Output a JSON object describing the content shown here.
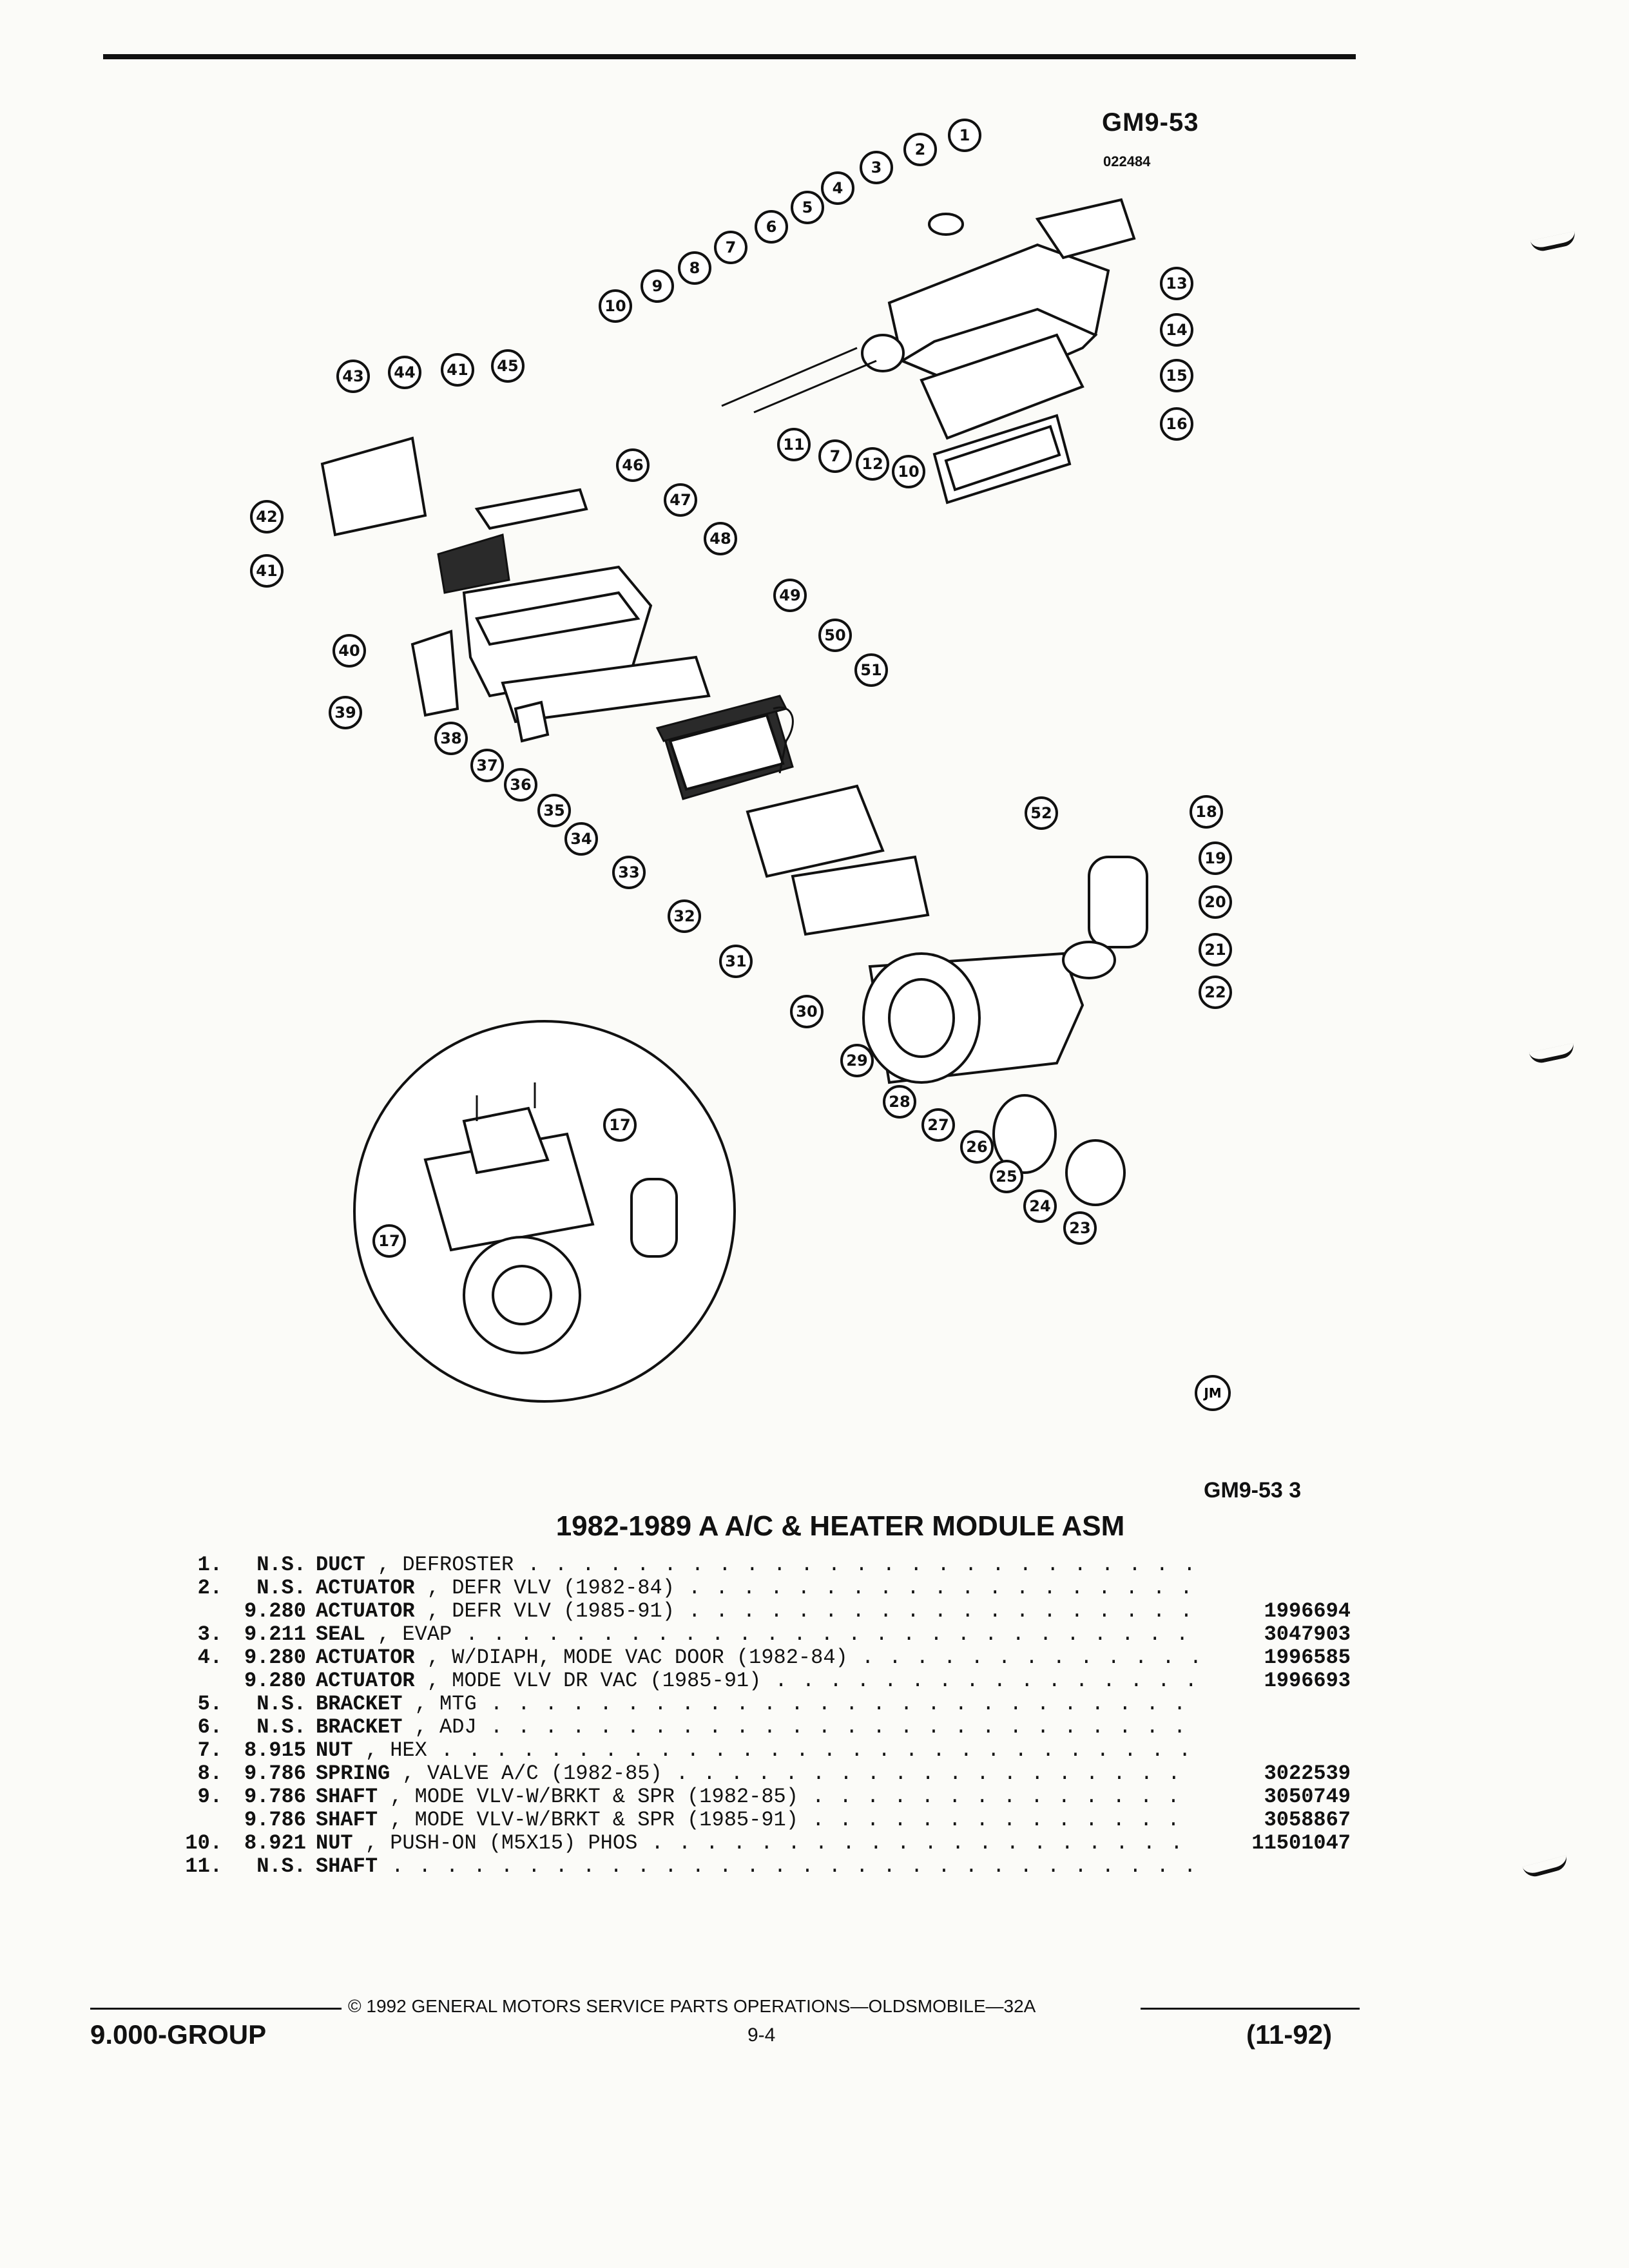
{
  "header": {
    "figure_id": "GM9-53",
    "figure_code": "022484"
  },
  "figure": {
    "brand_mark": "JM",
    "reference": "GM9-53 3",
    "callouts": [
      "1",
      "2",
      "3",
      "4",
      "5",
      "6",
      "7",
      "8",
      "9",
      "10",
      "11",
      "7",
      "12",
      "10",
      "13",
      "14",
      "15",
      "16",
      "17",
      "17",
      "18",
      "19",
      "20",
      "21",
      "22",
      "23",
      "24",
      "25",
      "26",
      "27",
      "28",
      "29",
      "30",
      "31",
      "32",
      "33",
      "34",
      "35",
      "36",
      "37",
      "38",
      "39",
      "40",
      "41",
      "41",
      "42",
      "43",
      "44",
      "45",
      "46",
      "47",
      "48",
      "49",
      "50",
      "51",
      "52"
    ]
  },
  "section_title": "1982-1989 A A/C & HEATER MODULE ASM",
  "parts": [
    {
      "item": "1.",
      "group": "N.S.",
      "name": "DUCT",
      "detail": "DEFROSTER",
      "part_no": ""
    },
    {
      "item": "2.",
      "group": "N.S.",
      "name": "ACTUATOR",
      "detail": "DEFR VLV (1982-84)",
      "part_no": ""
    },
    {
      "item": "",
      "group": "9.280",
      "name": "ACTUATOR",
      "detail": "DEFR VLV (1985-91)",
      "part_no": "1996694"
    },
    {
      "item": "3.",
      "group": "9.211",
      "name": "SEAL",
      "detail": "EVAP",
      "part_no": "3047903"
    },
    {
      "item": "4.",
      "group": "9.280",
      "name": "ACTUATOR",
      "detail": "W/DIAPH, MODE VAC DOOR (1982-84)",
      "part_no": "1996585"
    },
    {
      "item": "",
      "group": "9.280",
      "name": "ACTUATOR",
      "detail": "MODE VLV DR VAC (1985-91)",
      "part_no": "1996693"
    },
    {
      "item": "5.",
      "group": "N.S.",
      "name": "BRACKET",
      "detail": "MTG",
      "part_no": ""
    },
    {
      "item": "6.",
      "group": "N.S.",
      "name": "BRACKET",
      "detail": "ADJ",
      "part_no": ""
    },
    {
      "item": "7.",
      "group": "8.915",
      "name": "NUT",
      "detail": "HEX",
      "part_no": ""
    },
    {
      "item": "8.",
      "group": "9.786",
      "name": "SPRING",
      "detail": "VALVE A/C (1982-85)",
      "part_no": "3022539"
    },
    {
      "item": "9.",
      "group": "9.786",
      "name": "SHAFT",
      "detail": "MODE VLV-W/BRKT & SPR (1982-85)",
      "part_no": "3050749"
    },
    {
      "item": "",
      "group": "9.786",
      "name": "SHAFT",
      "detail": "MODE VLV-W/BRKT & SPR (1985-91)",
      "part_no": "3058867"
    },
    {
      "item": "10.",
      "group": "8.921",
      "name": "NUT",
      "detail": "PUSH-ON (M5X15) PHOS",
      "part_no": "11501047"
    },
    {
      "item": "11.",
      "group": "N.S.",
      "name": "SHAFT",
      "detail": "",
      "part_no": ""
    }
  ],
  "footer": {
    "copyright": "© 1992 GENERAL MOTORS SERVICE PARTS OPERATIONS—OLDSMOBILE—32A",
    "group": "9.000-GROUP",
    "page": "9-4",
    "date": "(11-92)"
  }
}
